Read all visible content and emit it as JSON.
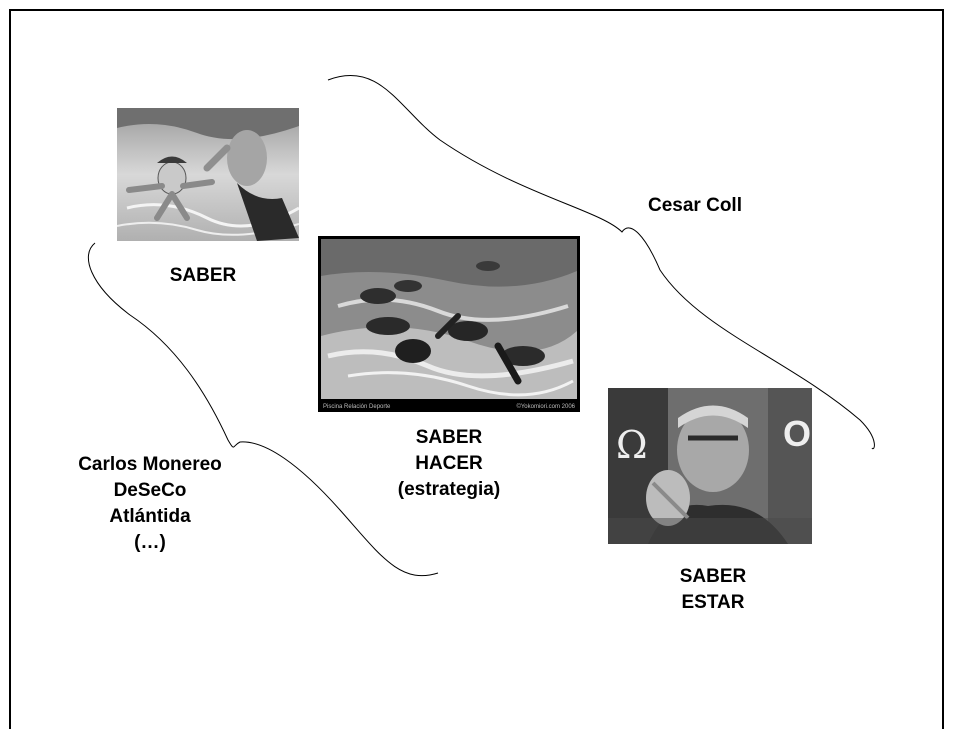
{
  "slide": {
    "items": [
      {
        "id": "saber",
        "lines": [
          "SABER"
        ],
        "photo_icon": "underwater-swimmers-photo"
      },
      {
        "id": "saber-hacer",
        "lines": [
          "SABER",
          "HACER",
          "(estrategia)"
        ],
        "photo_icon": "race-swimmers-photo"
      },
      {
        "id": "saber-estar",
        "lines": [
          "SABER",
          "ESTAR"
        ],
        "photo_icon": "swimmer-portrait-photo"
      }
    ],
    "cesar_label": "Cesar Coll",
    "authors_lines": [
      "Carlos Monereo",
      "DeSeCo",
      "Atlántida",
      "(…)"
    ],
    "photo_caption_left": "Piscina  Relación  Deporte",
    "photo_caption_right": "©Yokomiori.com 2006"
  }
}
